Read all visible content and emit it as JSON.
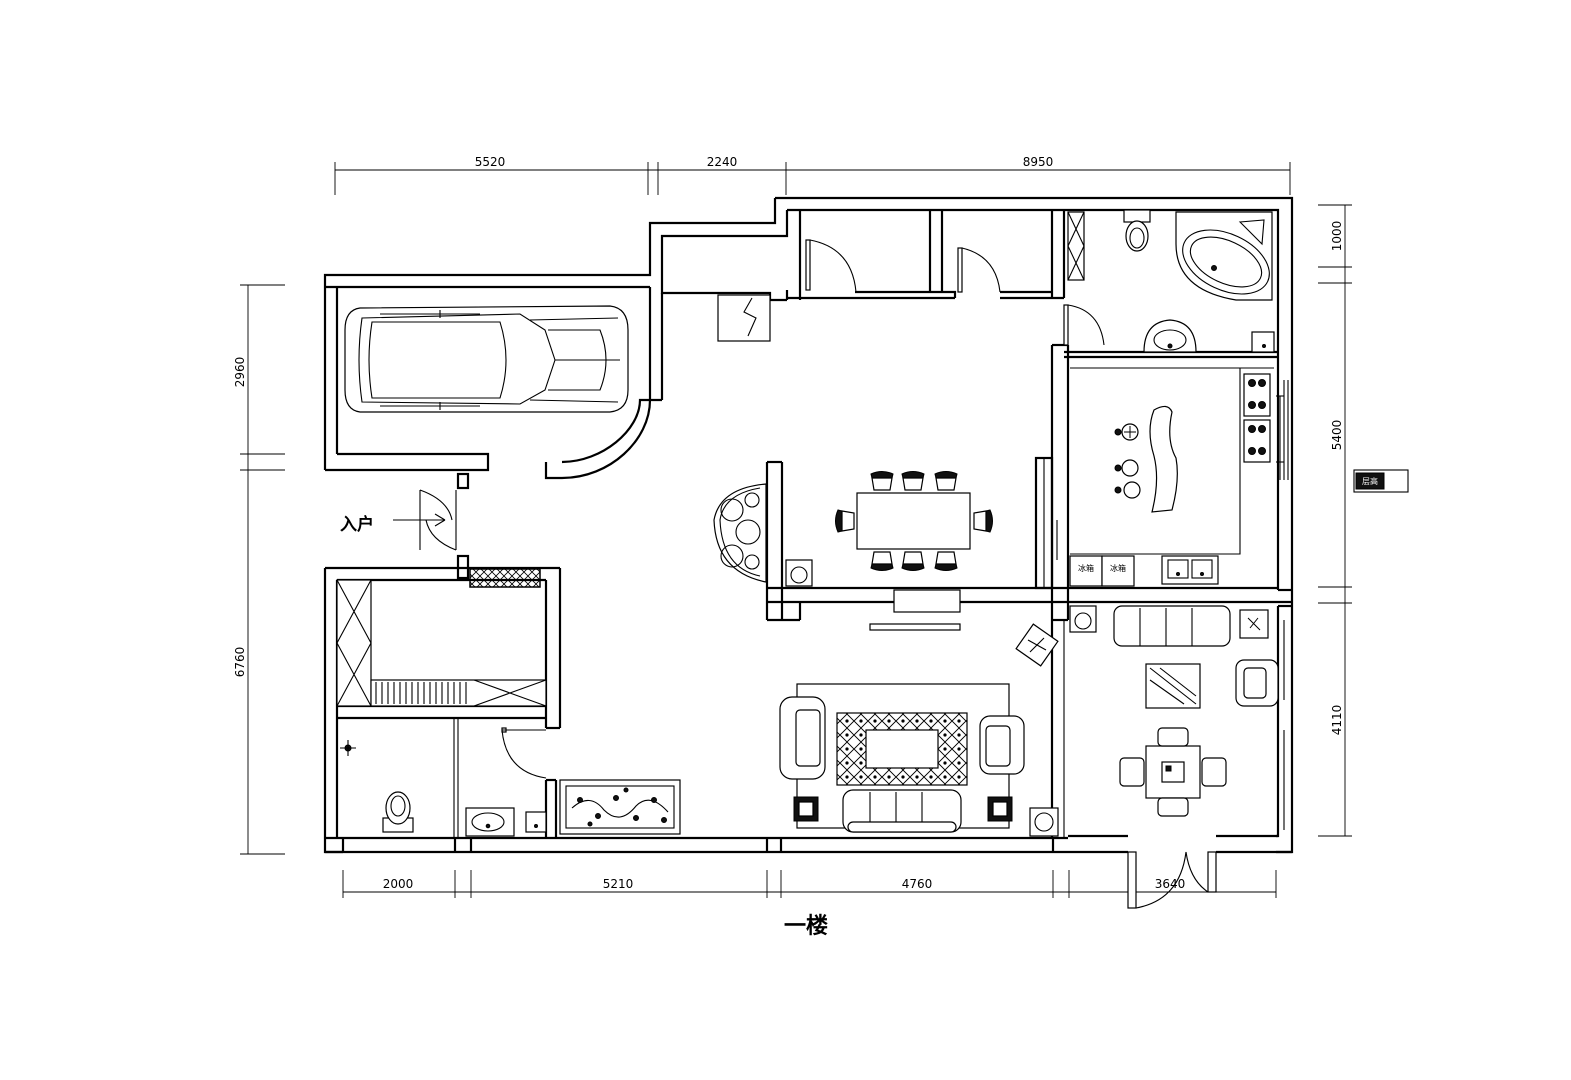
{
  "title": "一楼",
  "entrance_label": "入户",
  "fridge_labels": [
    "冰箱",
    "冰箱"
  ],
  "side_box_label": "层高",
  "dimensions": {
    "top": [
      "5520",
      "2240",
      "8950"
    ],
    "bottom": [
      "2000",
      "5210",
      "4760",
      "3640"
    ],
    "left": [
      "2960",
      "6760"
    ],
    "right": [
      "1000",
      "5400",
      "4110"
    ]
  },
  "icons": [
    "car-icon",
    "toilet-icon",
    "bathtub-icon",
    "sink-icon",
    "stove-icon",
    "dining-table-icon",
    "sofa-icon",
    "tv-icon",
    "plant-icon",
    "fish-tank-icon",
    "washing-machine-icon",
    "door-swing-icon"
  ]
}
